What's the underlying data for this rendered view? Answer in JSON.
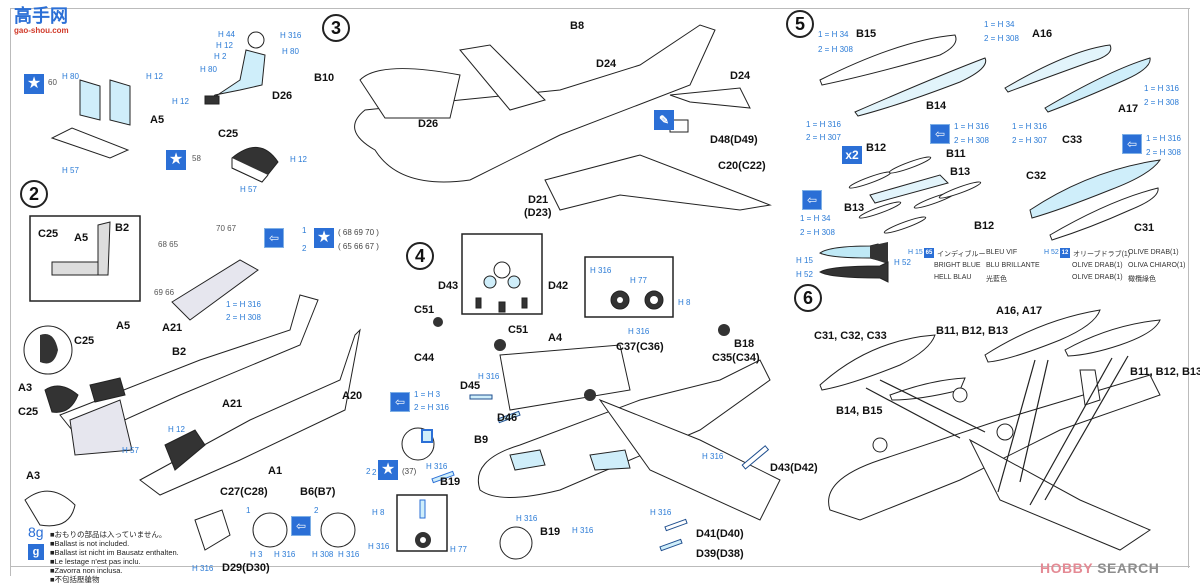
{
  "watermark_top": {
    "title": "高手网",
    "url": "gao-shou.com"
  },
  "watermark_bottom": {
    "brand": "HOBBY",
    "suffix": "SEARCH"
  },
  "steps": {
    "s2": "2",
    "s3": "3",
    "s4": "4",
    "s5": "5",
    "s6": "6"
  },
  "step1": {
    "seat": {
      "part": "A5",
      "paints": [
        "H 80",
        "H 12",
        "H 57"
      ],
      "decal": "60"
    },
    "pilot": {
      "part": "D26",
      "paints": [
        "H 44",
        "H 316",
        "H 12",
        "H 80",
        "H 2",
        "H 80",
        "H 12"
      ]
    },
    "panel": {
      "part": "C25",
      "paints": [
        "H 12",
        "H 57"
      ],
      "decal": "58"
    }
  },
  "step2": {
    "inset_labels": [
      "C25",
      "A5",
      "B2"
    ],
    "decals_top": "70 67",
    "decals_left1": "68 65",
    "decals_left2": "69 66",
    "option1": "1",
    "option2": "2",
    "decal_set1": "( 68 69 70 )",
    "decal_set2": "( 65 66 67 )",
    "paint_opt1": "1 = H 316",
    "paint_opt2": "2 = H 308",
    "parts": [
      "A21",
      "A5",
      "C25",
      "B2",
      "A3",
      "C25",
      "A21",
      "A20",
      "H 12",
      "H 57",
      "A1",
      "B6(B7)",
      "A3",
      "C27(C28)",
      "D29(D30)"
    ],
    "star_option": "2",
    "ballast_weight": "8g",
    "ballast_icon": "g",
    "ballast_notes": [
      "■おもりの部品は入っていません。",
      "■Ballast is not included.",
      "■Ballast ist nicht im Bausatz enthalten.",
      "■Le lestage n'est pas inclu.",
      "■Zavorra non inclusa.",
      "■不包括壓艙物"
    ],
    "exhaust": {
      "opt1": "1",
      "opt2": "2",
      "paints": [
        "H 3",
        "H 316",
        "H 308",
        "H 316",
        "H 316"
      ]
    }
  },
  "step3": {
    "parts": [
      "B8",
      "B10",
      "D24",
      "D24",
      "D26",
      "D48(D49)",
      "C20(C22)",
      "D21",
      "(D23)"
    ]
  },
  "step4": {
    "parts": [
      "D43",
      "D42",
      "C51",
      "C51",
      "C44",
      "A4",
      "C37(C36)",
      "C35(C34)",
      "B18",
      "D45",
      "D46",
      "B9",
      "B19",
      "B19",
      "D43(D42)",
      "D41(D40)",
      "D39(D38)"
    ],
    "paints": [
      "H 316",
      "H 77",
      "H 8",
      "H 316",
      "H 316",
      "H 316",
      "H 316",
      "H 316",
      "H 316",
      "H 316",
      "H 8",
      "H 316",
      "H 77"
    ],
    "decal_opt1": "1 = H 3",
    "decal_opt2": "2 = H 316",
    "star_label": "2",
    "decal": "(37)"
  },
  "step5": {
    "parts": [
      "B15",
      "B14",
      "A16",
      "A17",
      "B12",
      "B11",
      "B13",
      "B13",
      "B12",
      "C33",
      "C32",
      "C31"
    ],
    "multiplier": "x2",
    "paint_sets": {
      "b15": [
        "1 = H 34",
        "2 = H 308"
      ],
      "b14": [
        "1 = H 316",
        "2 = H 307"
      ],
      "b14_decal": [
        "1 = H 316",
        "2 = H 308"
      ],
      "a16": [
        "1 = H 34",
        "2 = H 308"
      ],
      "a17": [
        "1 = H 316",
        "2 = H 308"
      ],
      "a17_b": [
        "1 = H 316",
        "2 = H 307"
      ],
      "c33": [
        "1 = H 316",
        "2 = H 308"
      ],
      "b12": [
        "1 = H 34",
        "2 = H 308"
      ]
    }
  },
  "color_legend": {
    "bomb_paints": [
      "H 15",
      "H 52",
      "H 52"
    ],
    "h15": {
      "code": "H 15",
      "num": "65",
      "jp": "インディブルー",
      "en": "BRIGHT BLUE",
      "de": "HELL BLAU",
      "fr": "BLEU VIF",
      "it": "BLU BRILLANTE",
      "cn": "光藍色",
      "color": "#bfe9f6"
    },
    "h52": {
      "code": "H 52",
      "num": "12",
      "jp": "オリーブドラブ(1)",
      "en": "OLIVE DRAB(1)",
      "de": "OLIVE DRAB(1)",
      "fr": "OLIVE DRAB(1)",
      "it": "OLIVA CHIARO(1)",
      "cn": "橄欖綠色",
      "color": "#333333"
    }
  },
  "step6": {
    "parts": [
      "A16, A17",
      "C31, C32, C33",
      "B11, B12, B13",
      "B11, B12, B13",
      "B14, B15"
    ]
  },
  "colors": {
    "accent": "#2b6fd6",
    "paint_text": "#2b7bd6",
    "light_blue_fill": "#cfeefa",
    "dark_fill": "#333333"
  }
}
